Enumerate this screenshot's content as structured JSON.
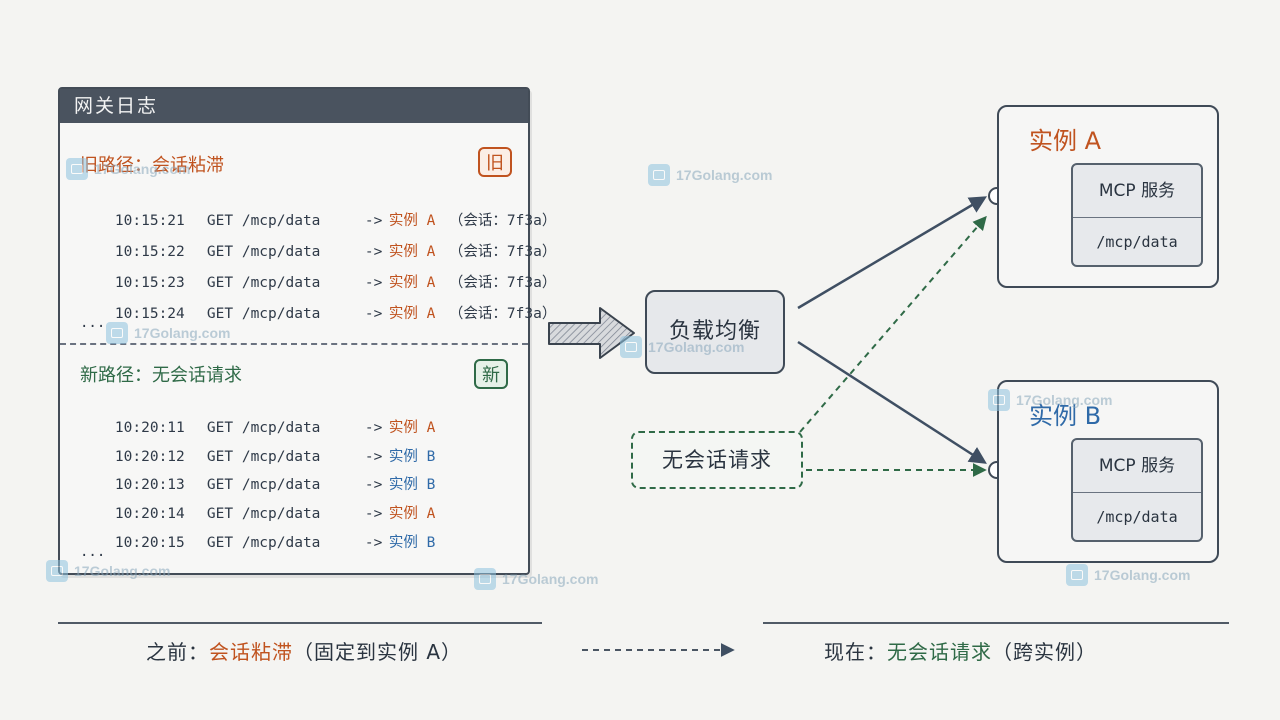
{
  "log_panel": {
    "title": "网关日志",
    "old_section": {
      "title": "旧路径：会话粘滞",
      "badge": "旧",
      "lines": [
        {
          "time": "10:15:21",
          "request": "GET /mcp/data",
          "arrow": "->",
          "instance": "实例 A",
          "session": "（会话：7f3a）"
        },
        {
          "time": "10:15:22",
          "request": "GET /mcp/data",
          "arrow": "->",
          "instance": "实例 A",
          "session": "（会话：7f3a）"
        },
        {
          "time": "10:15:23",
          "request": "GET /mcp/data",
          "arrow": "->",
          "instance": "实例 A",
          "session": "（会话：7f3a）"
        },
        {
          "time": "10:15:24",
          "request": "GET /mcp/data",
          "arrow": "->",
          "instance": "实例 A",
          "session": "（会话：7f3a）"
        }
      ],
      "ellipsis": "..."
    },
    "new_section": {
      "title": "新路径：无会话请求",
      "badge": "新",
      "lines": [
        {
          "time": "10:20:11",
          "request": "GET /mcp/data",
          "arrow": "->",
          "instance": "实例 A"
        },
        {
          "time": "10:20:12",
          "request": "GET /mcp/data",
          "arrow": "->",
          "instance": "实例 B"
        },
        {
          "time": "10:20:13",
          "request": "GET /mcp/data",
          "arrow": "->",
          "instance": "实例 B"
        },
        {
          "time": "10:20:14",
          "request": "GET /mcp/data",
          "arrow": "->",
          "instance": "实例 A"
        },
        {
          "time": "10:20:15",
          "request": "GET /mcp/data",
          "arrow": "->",
          "instance": "实例 B"
        }
      ],
      "ellipsis": "..."
    }
  },
  "load_balancer": {
    "label": "负载均衡"
  },
  "stateless_request": {
    "label": "无会话请求"
  },
  "instances": [
    {
      "title": "实例 A",
      "service": "MCP 服务",
      "path": "/mcp/data"
    },
    {
      "title": "实例 B",
      "service": "MCP 服务",
      "path": "/mcp/data"
    }
  ],
  "captions": {
    "before_prefix": "之前：",
    "before_highlight": "会话粘滞",
    "before_suffix": "（固定到实例 A）",
    "now_prefix": "现在：",
    "now_highlight": "无会话请求",
    "now_suffix": "（跨实例）"
  },
  "watermark": {
    "text": "17Golang.com"
  },
  "colors": {
    "old_accent": "#c0531f",
    "new_accent": "#2f6a47",
    "instance_b": "#2f6aa8",
    "panel_header": "#4a535f"
  }
}
